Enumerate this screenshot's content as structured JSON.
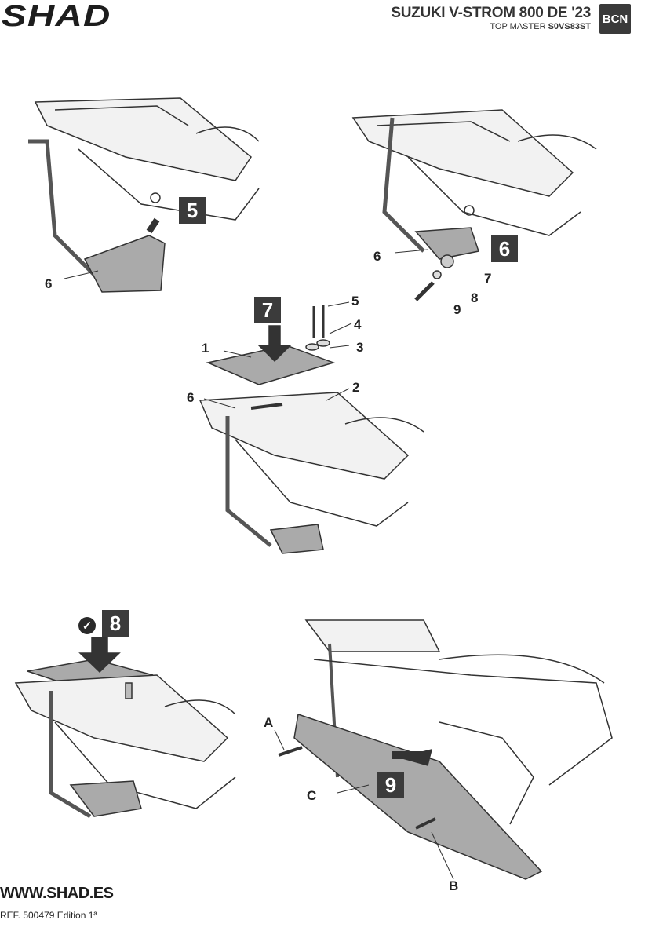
{
  "header": {
    "brand": "SHAD",
    "model_title": "SUZUKI V-STROM 800 DE '23",
    "product_prefix": "TOP MASTER",
    "product_code": "S0VS83ST",
    "badge": "BCN"
  },
  "steps": [
    {
      "number": "5",
      "labels": [
        "6"
      ]
    },
    {
      "number": "6",
      "labels": [
        "6",
        "7",
        "8",
        "9"
      ]
    },
    {
      "number": "7",
      "labels": [
        "5",
        "4",
        "3",
        "1",
        "2",
        "6"
      ]
    },
    {
      "number": "8",
      "labels": [],
      "icon": "check-icon"
    },
    {
      "number": "9",
      "labels": [
        "A",
        "C",
        "B"
      ]
    }
  ],
  "footer": {
    "website": "WWW.SHAD.ES",
    "reference": "REF. 500479 Edition 1ª"
  }
}
